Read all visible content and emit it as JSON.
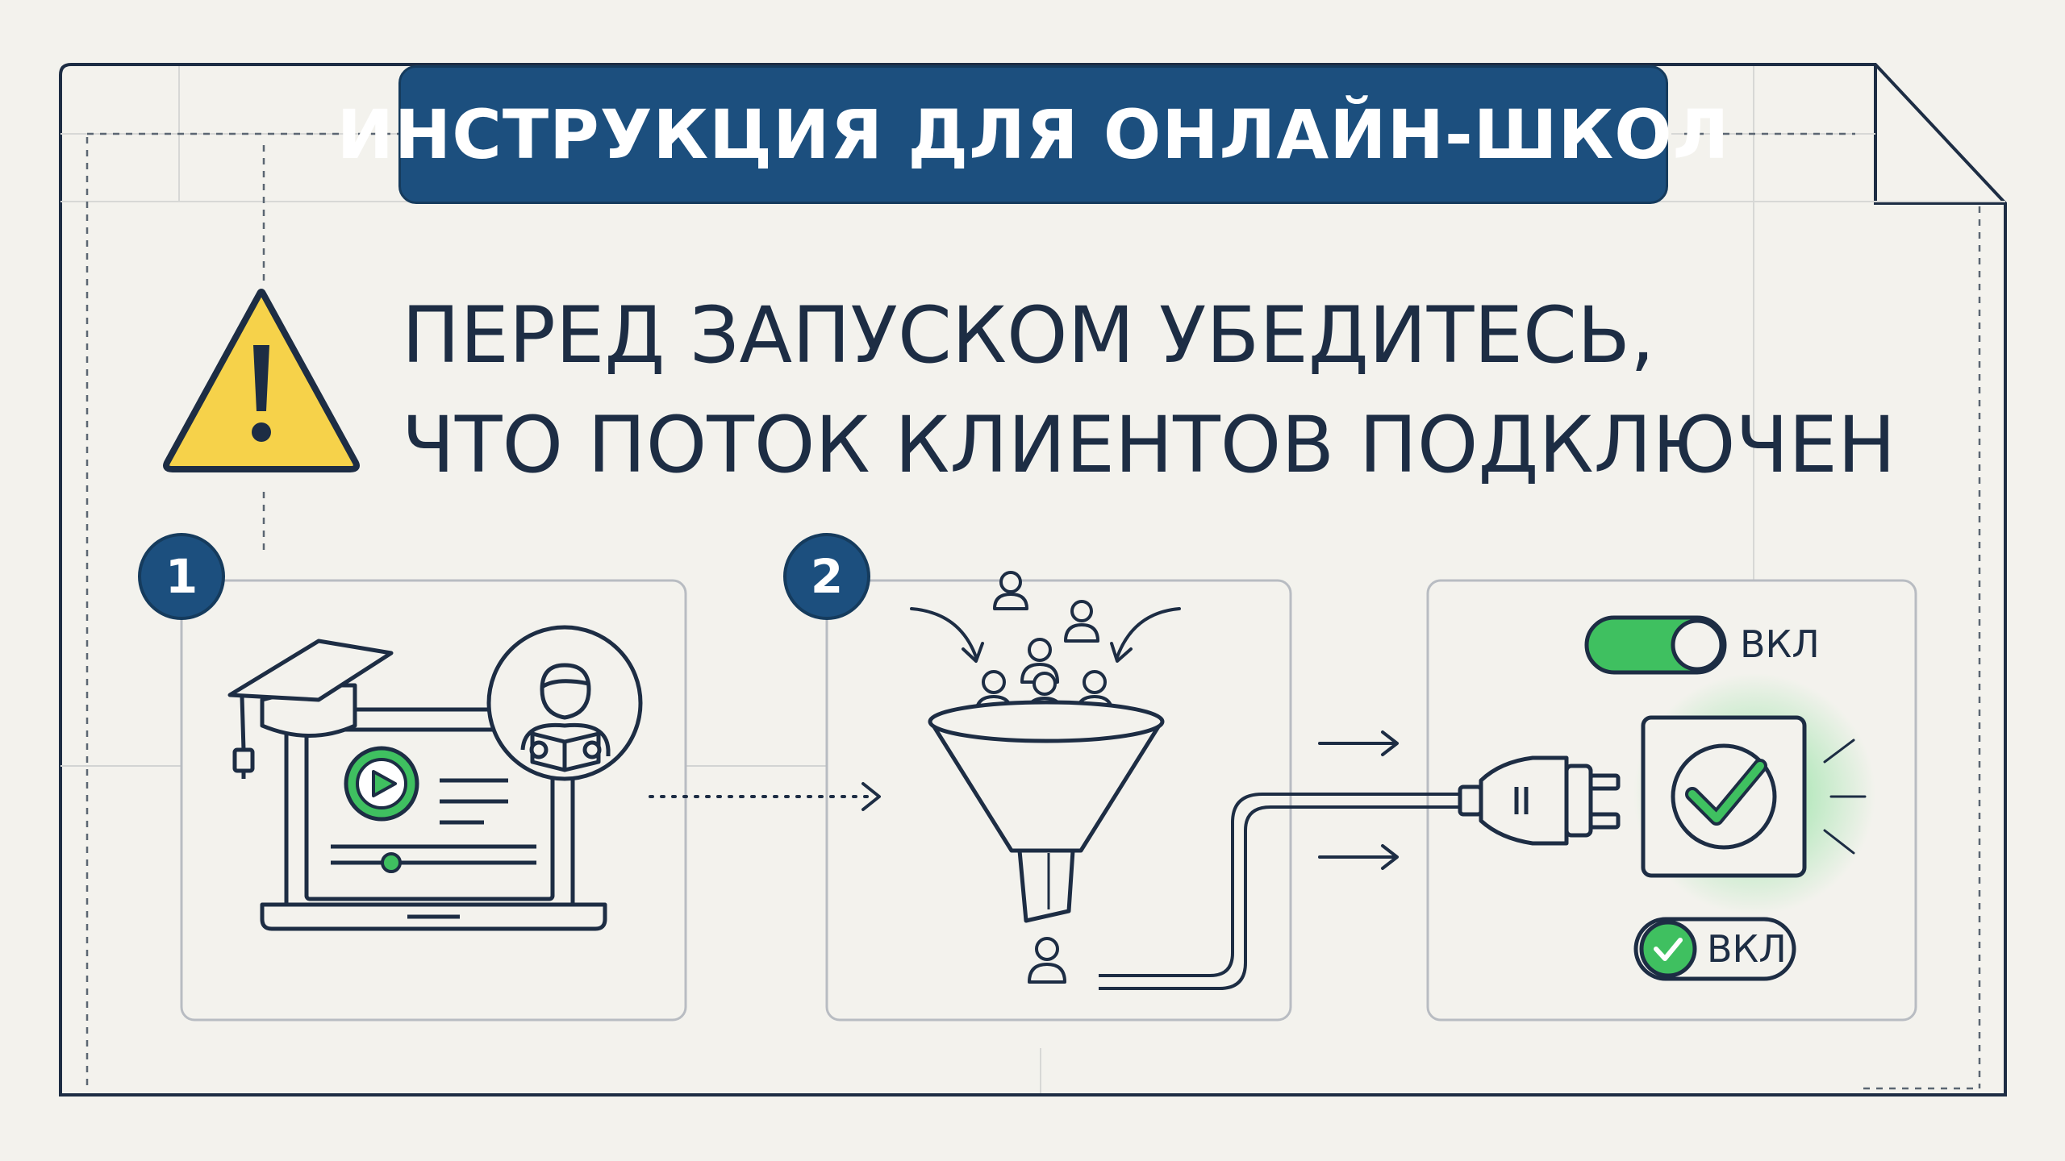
{
  "header": {
    "title": "ИНСТРУКЦИЯ ДЛЯ ОНЛАЙН-ШКОЛ"
  },
  "headline": {
    "line1": "ПЕРЕД ЗАПУСКОМ УБЕДИТЕСЬ,",
    "line2": "ЧТО ПОТОК КЛИЕНТОВ ПОДКЛЮЧЕН"
  },
  "steps": [
    {
      "number": "1"
    },
    {
      "number": "2"
    }
  ],
  "toggles": {
    "top_label": "ВКЛ",
    "bottom_label": "ВКЛ"
  },
  "colors": {
    "background": "#f3f2ed",
    "navy": "#1c4f7e",
    "ink": "#1d2d44",
    "green": "#3fc060",
    "warning_yellow": "#f6d24a",
    "frame_line": "#b8bcc2"
  },
  "icons": [
    "warning-icon",
    "graduation-cap-icon",
    "laptop-icon",
    "play-icon",
    "student-reading-icon",
    "funnel-icon",
    "person-icon",
    "arrow-right-icon",
    "plug-icon",
    "checkbox-check-icon",
    "toggle-switch-icon"
  ]
}
